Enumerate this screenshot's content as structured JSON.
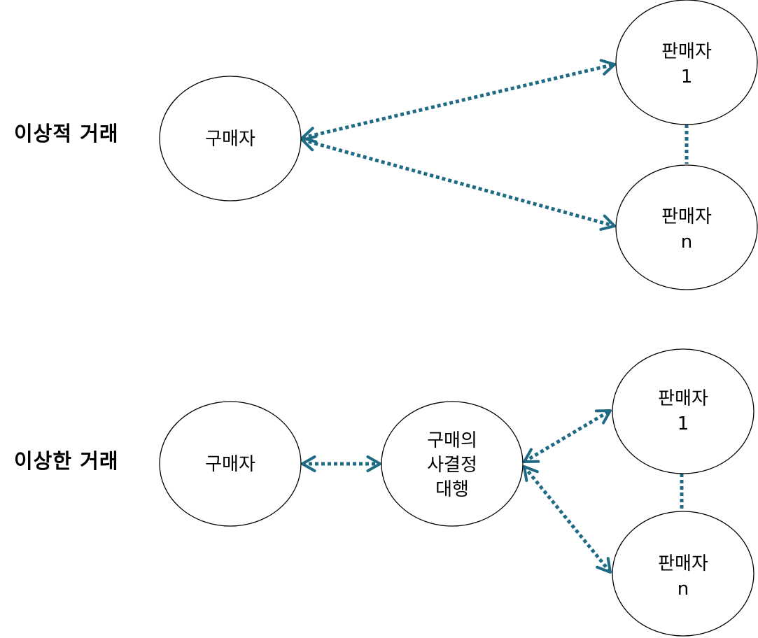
{
  "colors": {
    "connector": "#1f6a85",
    "node_border": "#000000",
    "text": "#000000"
  },
  "sections": {
    "ideal": {
      "title": "이상적 거래",
      "buyer": "구매자",
      "seller_1": [
        "판매자",
        "1"
      ],
      "seller_n": [
        "판매자",
        "n"
      ]
    },
    "strange": {
      "title": "이상한 거래",
      "buyer": "구매자",
      "agent": [
        "구매의",
        "사결정",
        "대행"
      ],
      "seller_1": [
        "판매자",
        "1"
      ],
      "seller_n": [
        "판매자",
        "n"
      ]
    }
  }
}
